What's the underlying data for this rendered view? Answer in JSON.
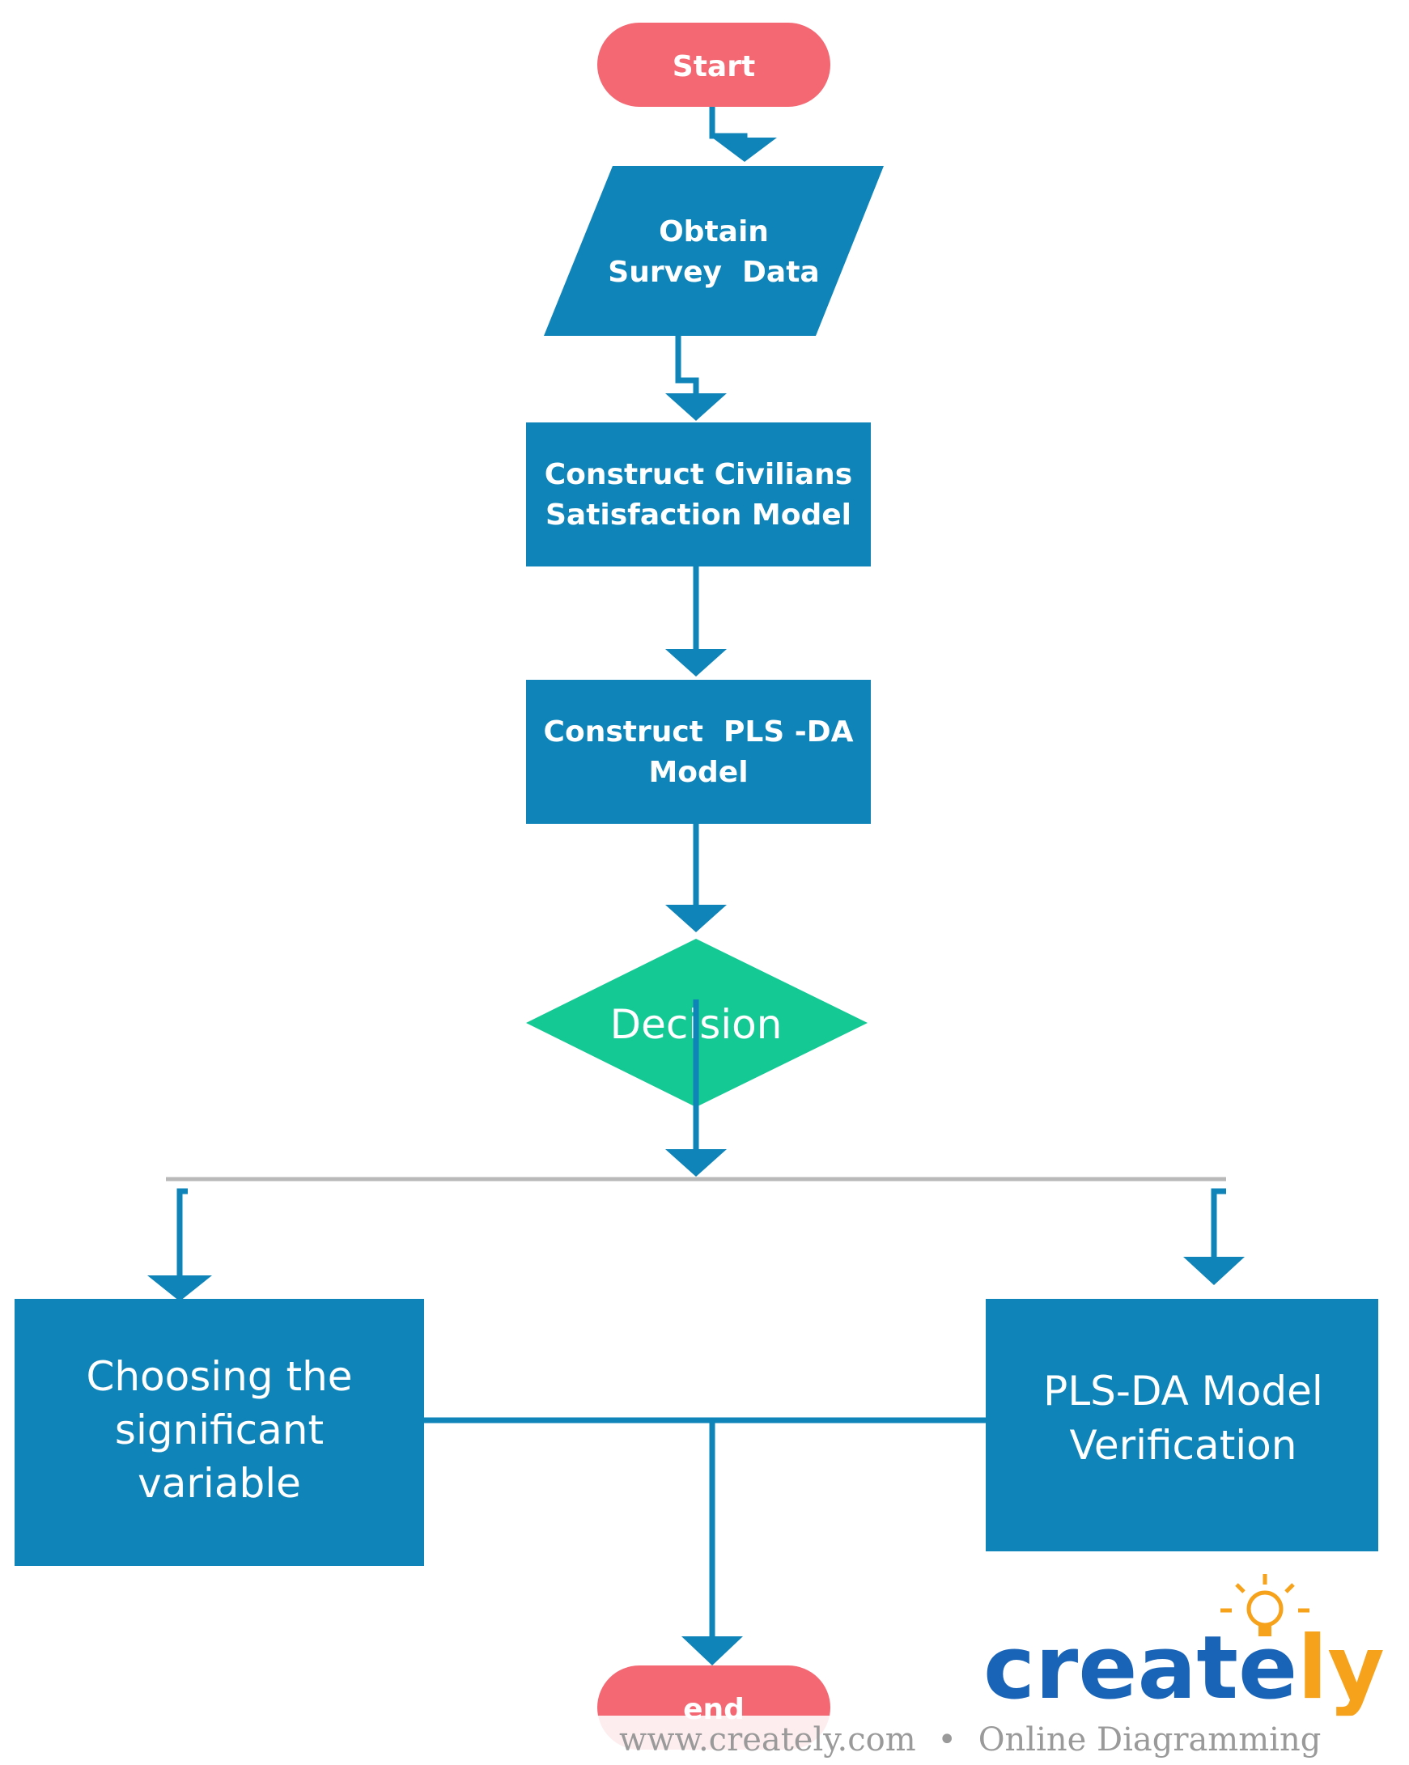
{
  "nodes": {
    "start": {
      "label": "Start"
    },
    "obtain_data": {
      "line1": "Obtain",
      "line2": "Survey  Data"
    },
    "construct_model": {
      "line1": "Construct Civilians",
      "line2": "Satisfaction Model"
    },
    "construct_plsda": {
      "line1": "Construct  PLS -DA",
      "line2": "Model"
    },
    "decision": {
      "label": "Decision"
    },
    "choosing": {
      "line1": "Choosing the",
      "line2": "significant",
      "line3": "variable"
    },
    "verification": {
      "line1": "PLS-DA Model",
      "line2": "Verification"
    },
    "end": {
      "label": "end"
    }
  },
  "branding": {
    "logo_main": "create",
    "logo_accent": "ly",
    "footer_url": "www.creately.com",
    "footer_separator": "•",
    "footer_tagline": "Online Diagramming"
  },
  "colors": {
    "terminal": "#f46873",
    "process": "#0e84b8",
    "decision": "#14c994",
    "logo_blue": "#1a64b8",
    "logo_orange": "#f7a21b"
  }
}
